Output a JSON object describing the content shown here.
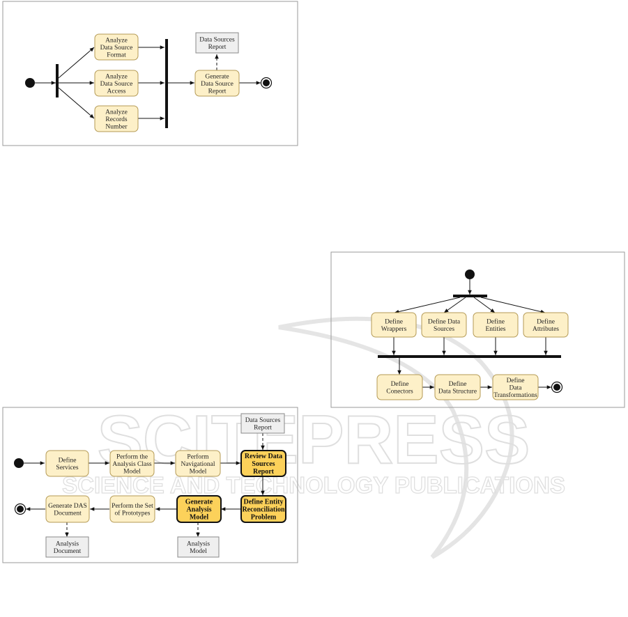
{
  "watermark": {
    "logo_text": "SCITEPRESS",
    "tagline": "SCIENCE AND TECHNOLOGY PUBLICATIONS"
  },
  "diagram1": {
    "nodes": [
      {
        "id": "a1",
        "lines": [
          "Analyze",
          "Data Source",
          "Format"
        ],
        "kind": "activity"
      },
      {
        "id": "a2",
        "lines": [
          "Analyze",
          "Data Source",
          "Access"
        ],
        "kind": "activity"
      },
      {
        "id": "a3",
        "lines": [
          "Analyze",
          "Records",
          "Number"
        ],
        "kind": "activity"
      },
      {
        "id": "a4",
        "lines": [
          "Generate",
          "Data Source",
          "Report"
        ],
        "kind": "activity"
      },
      {
        "id": "a5",
        "lines": [
          "Data Sources",
          "Report"
        ],
        "kind": "object"
      }
    ]
  },
  "diagram2": {
    "nodes": [
      {
        "id": "b1",
        "lines": [
          "Define",
          "Wrappers"
        ],
        "kind": "activity"
      },
      {
        "id": "b2",
        "lines": [
          "Define Data",
          "Sources"
        ],
        "kind": "activity"
      },
      {
        "id": "b3",
        "lines": [
          "Define",
          "Entities"
        ],
        "kind": "activity"
      },
      {
        "id": "b4",
        "lines": [
          "Define",
          "Attributes"
        ],
        "kind": "activity"
      },
      {
        "id": "b5",
        "lines": [
          "Define",
          "Conectors"
        ],
        "kind": "activity"
      },
      {
        "id": "b6",
        "lines": [
          "Define",
          "Data Structure"
        ],
        "kind": "activity"
      },
      {
        "id": "b7",
        "lines": [
          "Define",
          "Data",
          "Transformations"
        ],
        "kind": "activity"
      }
    ]
  },
  "diagram3": {
    "nodes": [
      {
        "id": "c0",
        "lines": [
          "Data Sources",
          "Report"
        ],
        "kind": "object"
      },
      {
        "id": "c1",
        "lines": [
          "Define",
          "Services"
        ],
        "kind": "activity"
      },
      {
        "id": "c2",
        "lines": [
          "Perform the",
          "Analysis Class",
          "Model"
        ],
        "kind": "activity"
      },
      {
        "id": "c3",
        "lines": [
          "Perform",
          "Navigational",
          "Model"
        ],
        "kind": "activity"
      },
      {
        "id": "c4",
        "lines": [
          "Review Data",
          "Sources",
          "Report"
        ],
        "kind": "highlight"
      },
      {
        "id": "c5",
        "lines": [
          "Define Entity",
          "Reconciliation",
          "Problem"
        ],
        "kind": "highlight"
      },
      {
        "id": "c6",
        "lines": [
          "Generate",
          "Analysis",
          "Model"
        ],
        "kind": "highlight"
      },
      {
        "id": "c7",
        "lines": [
          "Perform the Set",
          "of Prototypes"
        ],
        "kind": "activity"
      },
      {
        "id": "c8",
        "lines": [
          "Generate DAS",
          "Document"
        ],
        "kind": "activity"
      },
      {
        "id": "c9",
        "lines": [
          "Analysis",
          "Document"
        ],
        "kind": "object"
      },
      {
        "id": "c10",
        "lines": [
          "Analysis",
          "Model"
        ],
        "kind": "object"
      }
    ]
  },
  "colors": {
    "activity_fill": "#fdf0c8",
    "activity_stroke": "#b49a55",
    "highlight_fill": "#fcd15a",
    "highlight_stroke": "#111111",
    "object_fill": "#efefef",
    "object_stroke": "#8a8a8a",
    "frame_stroke": "#9a9a9a"
  }
}
